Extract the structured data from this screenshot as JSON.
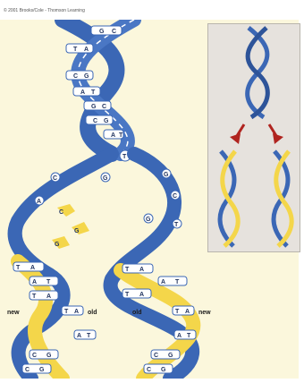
{
  "copyright": "© 2001 Brooks/Cole - Thomson Learning",
  "strand_labels": {
    "left_new": "new",
    "left_old": "old",
    "right_old": "old",
    "right_new": "new"
  },
  "bases": {
    "top": [
      [
        "G",
        "C"
      ],
      [
        "T",
        "A"
      ],
      [
        "C",
        "G"
      ],
      [
        "A",
        "T"
      ],
      [
        "G",
        "C"
      ],
      [
        "C",
        "G"
      ],
      [
        "A",
        "T"
      ]
    ],
    "fork_left_old": [
      "T",
      "C",
      "A",
      "G"
    ],
    "fork_right_old": [
      "G",
      "C",
      "G",
      "T"
    ],
    "free_nucleotides": [
      "C",
      "G",
      "G"
    ],
    "left_daughter": [
      [
        "T",
        "A"
      ],
      [
        "A",
        "T"
      ],
      [
        "T",
        "A"
      ],
      [
        "T",
        "A"
      ],
      [
        "A",
        "T"
      ],
      [
        "C",
        "G"
      ],
      [
        "C",
        "G"
      ]
    ],
    "right_daughter": [
      [
        "T",
        "A"
      ],
      [
        "A",
        "T"
      ],
      [
        "T",
        "A"
      ],
      [
        "T",
        "A"
      ],
      [
        "A",
        "T"
      ],
      [
        "C",
        "G"
      ],
      [
        "C",
        "G"
      ]
    ]
  },
  "colors": {
    "old_strand": "#3b67b5",
    "new_strand": "#f4d64a",
    "background": "#fbf7dc",
    "inset_background": "#e6e2dd",
    "arrow": "#b0241f"
  }
}
